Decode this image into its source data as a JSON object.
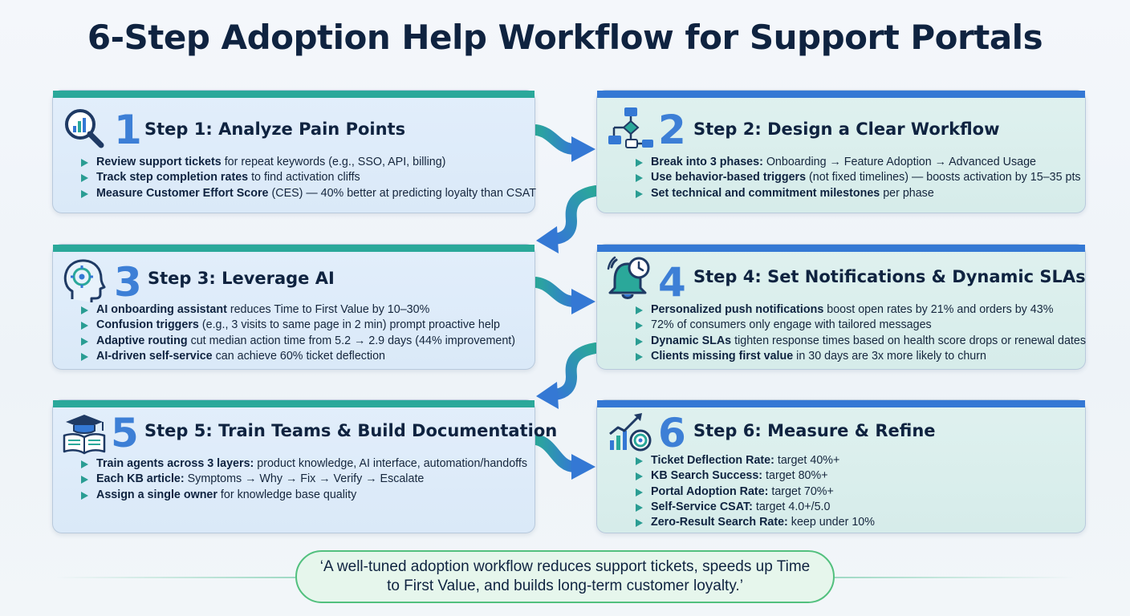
{
  "title": "6-Step Adoption Help Workflow for Support Portals",
  "steps": [
    {
      "number": "1",
      "heading": "Step 1: Analyze Pain Points",
      "icon": "magnifier-chart-icon",
      "bullets": [
        {
          "bold": "Review support tickets",
          "text": " for repeat keywords (e.g., SSO, API, billing)"
        },
        {
          "bold": "Track step completion rates",
          "text": " to find activation cliffs"
        },
        {
          "bold": "Measure Customer Effort Score",
          "text": " (CES) — 40% better at predicting loyalty than CSAT"
        }
      ]
    },
    {
      "number": "2",
      "heading": "Step 2: Design a Clear Workflow",
      "icon": "flowchart-icon",
      "bullets": [
        {
          "bold": "Break into 3 phases:",
          "text": " Onboarding → Feature Adoption → Advanced Usage"
        },
        {
          "bold": "Use behavior-based triggers",
          "text": " (not fixed timelines) — boosts activation by 15–35 pts"
        },
        {
          "bold": "Set technical and commitment milestones",
          "text": " per phase"
        }
      ]
    },
    {
      "number": "3",
      "heading": "Step 3: Leverage AI",
      "icon": "ai-head-icon",
      "bullets": [
        {
          "bold": "AI onboarding assistant",
          "text": " reduces Time to First Value by 10–30%"
        },
        {
          "bold": "Confusion triggers",
          "text": " (e.g., 3 visits to same page in 2 min) prompt proactive help"
        },
        {
          "bold": "Adaptive routing",
          "text": " cut median action time from 5.2 → 2.9 days (44% improvement)"
        },
        {
          "bold": "AI-driven self-service",
          "text": " can achieve 60% ticket deflection"
        }
      ]
    },
    {
      "number": "4",
      "heading": "Step 4: Set Notifications & Dynamic SLAs",
      "icon": "bell-clock-icon",
      "bullets": [
        {
          "bold": "Personalized push notifications",
          "text": " boost open rates by 21% and orders by 43%"
        },
        {
          "bold": "",
          "text": "72% of consumers only engage with tailored messages"
        },
        {
          "bold": "Dynamic SLAs",
          "text": " tighten response times based on health score drops or renewal dates"
        },
        {
          "bold": "Clients missing first value",
          "text": " in 30 days are 3x more likely to churn"
        }
      ]
    },
    {
      "number": "5",
      "heading": "Step 5: Train Teams & Build Documentation",
      "icon": "graduation-book-icon",
      "bullets": [
        {
          "bold": "Train agents across 3 layers:",
          "text": " product knowledge, AI interface, automation/handoffs"
        },
        {
          "bold": "Each KB article:",
          "text": " Symptoms → Why → Fix → Verify → Escalate"
        },
        {
          "bold": "Assign a single owner",
          "text": " for knowledge base quality"
        }
      ]
    },
    {
      "number": "6",
      "heading": "Step 6: Measure & Refine",
      "icon": "growth-chart-icon",
      "bullets": [
        {
          "bold": "Ticket Deflection Rate:",
          "text": " target 40%+"
        },
        {
          "bold": "KB Search Success:",
          "text": " target 80%+"
        },
        {
          "bold": "Portal Adoption Rate:",
          "text": " target 70%+"
        },
        {
          "bold": "Self-Service CSAT:",
          "text": " target 4.0+/5.0"
        },
        {
          "bold": "Zero-Result Search Rate:",
          "text": " keep under 10%"
        }
      ]
    }
  ],
  "quote": "‘A well-tuned adoption workflow reduces support tickets, speeds up Time to First Value, and builds long-term customer loyalty.’",
  "colors": {
    "left_bar": "#2aa89a",
    "right_bar": "#3478d4",
    "number": "#3d7fd6",
    "arrow": "#2f86d6",
    "quote_border": "#52c07e"
  }
}
